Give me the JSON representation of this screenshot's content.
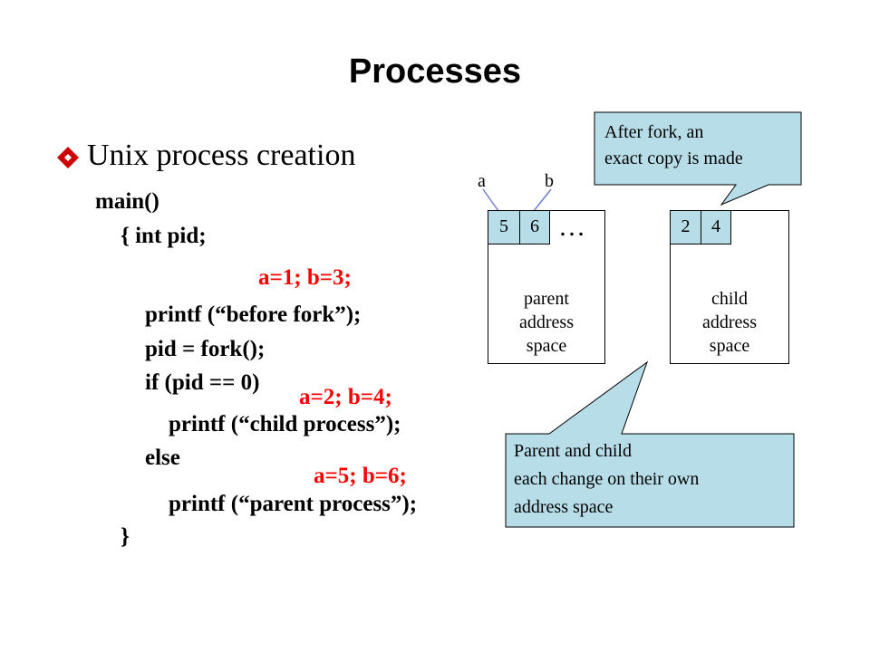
{
  "slide": {
    "title": "Processes",
    "bullet_text": "Unix process creation"
  },
  "code": {
    "line1": "main()",
    "line2": "{ int pid;",
    "line3": "printf (“before fork”);",
    "line4": "pid = fork();",
    "line5": "if (pid == 0)",
    "line6": "printf (“child process”);",
    "line7": "else",
    "line8": "printf (“parent process”);",
    "line9": "}"
  },
  "annotations": {
    "initial": "a=1; b=3;",
    "child": "a=2; b=4;",
    "parent": "a=5; b=6;"
  },
  "diagram": {
    "label_a": "a",
    "label_b": "b",
    "parent_values": [
      "5",
      "6"
    ],
    "ellipsis": "…",
    "parent_label_1": "parent",
    "parent_label_2": "address",
    "parent_label_3": "space",
    "child_values": [
      "2",
      "4"
    ],
    "child_label_1": "child",
    "child_label_2": "address",
    "child_label_3": "space"
  },
  "callouts": {
    "top_line1": "After fork, an",
    "top_line2": "exact copy is made",
    "bottom_line1": "Parent and child",
    "bottom_line2": "each change on their own",
    "bottom_line3": "address space"
  },
  "colors": {
    "highlight": "#ff0000",
    "callout_fill": "#b7dde8",
    "bullet": "#cc0000"
  }
}
